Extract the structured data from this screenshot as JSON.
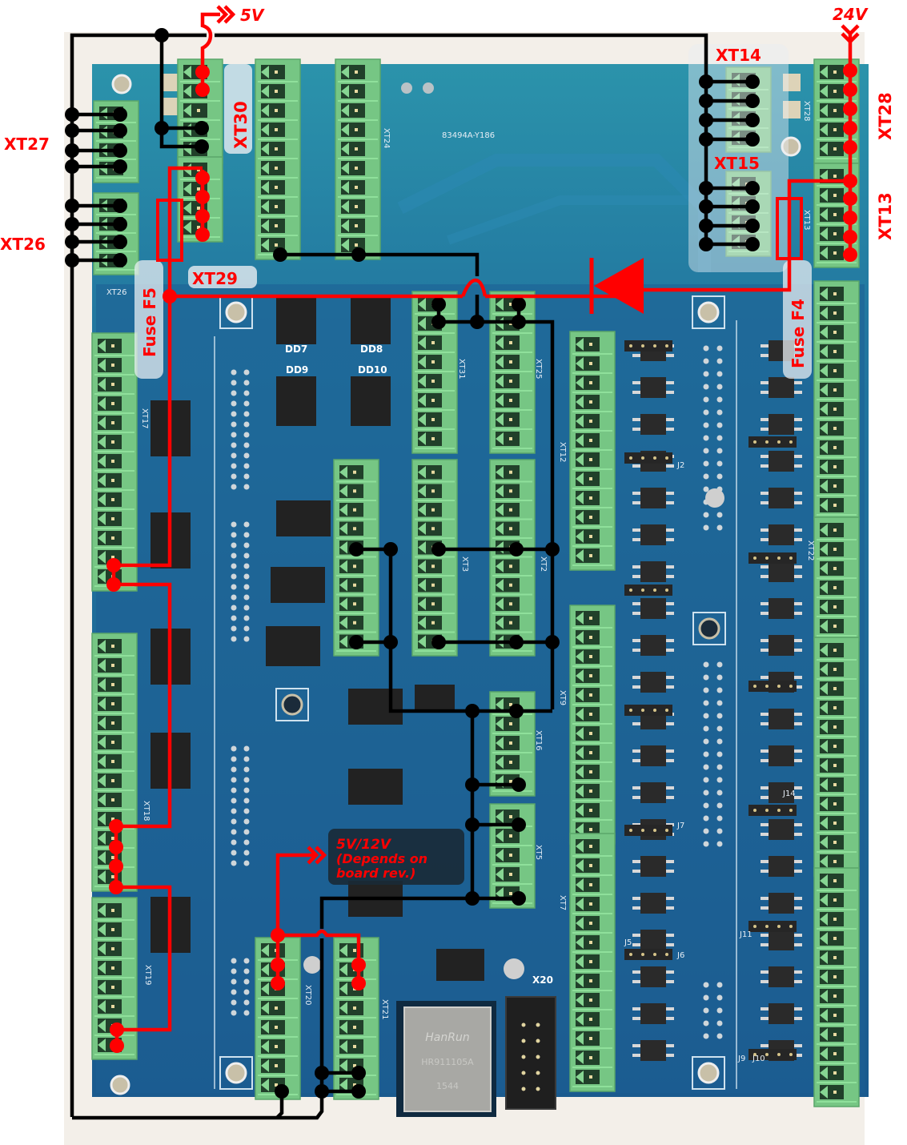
{
  "diagram": {
    "title": "Controller board power wiring diagram",
    "colors": {
      "power_wire": "#ff0000",
      "ground_wire": "#000000",
      "pcb": "#1f5f8f",
      "pcb_top": "#2a8fa8",
      "terminal": "#7fcf8a",
      "terminal_dark": "#1f3a26",
      "label_background": "#e8eef2",
      "note_background": "#1a2a36"
    },
    "power_inputs": [
      {
        "id": "5v",
        "label": "5V",
        "icon": "double-chevron-right-icon"
      },
      {
        "id": "24v",
        "label": "24V",
        "icon": "double-chevron-down-icon"
      },
      {
        "id": "5v12v",
        "label": "5V/12V",
        "note": "(Depends on board rev.)",
        "icon": "double-chevron-right-icon"
      }
    ],
    "connector_labels": {
      "xt27": "XT27",
      "xt26": "XT26",
      "xt30": "XT30",
      "xt29": "XT29",
      "xt14": "XT14",
      "xt15": "XT15",
      "xt28": "XT28",
      "xt13": "XT13"
    },
    "fuse_labels": {
      "f5": "Fuse F5",
      "f4": "Fuse F4"
    },
    "silkscreen": {
      "board_id": "83494A-Y186",
      "chips": [
        "DD7",
        "DD8",
        "DD9",
        "DD10"
      ],
      "connectors": [
        "XT24",
        "XT26",
        "XT17",
        "XT18",
        "XT19",
        "XT20",
        "XT21",
        "XT31",
        "XT25",
        "XT12",
        "XT3",
        "XT2",
        "XT9",
        "XT16",
        "XT5",
        "XT7",
        "XT22",
        "XT28",
        "XT13",
        "X20"
      ],
      "jumpers": [
        "J2",
        "J5",
        "J6",
        "J7",
        "J9",
        "J10",
        "J11",
        "J14"
      ],
      "ethernet_brand": "HanRun",
      "ethernet_part": "HR911105A",
      "ethernet_date": "1544"
    },
    "components": {
      "diode": "diode-icon"
    }
  }
}
